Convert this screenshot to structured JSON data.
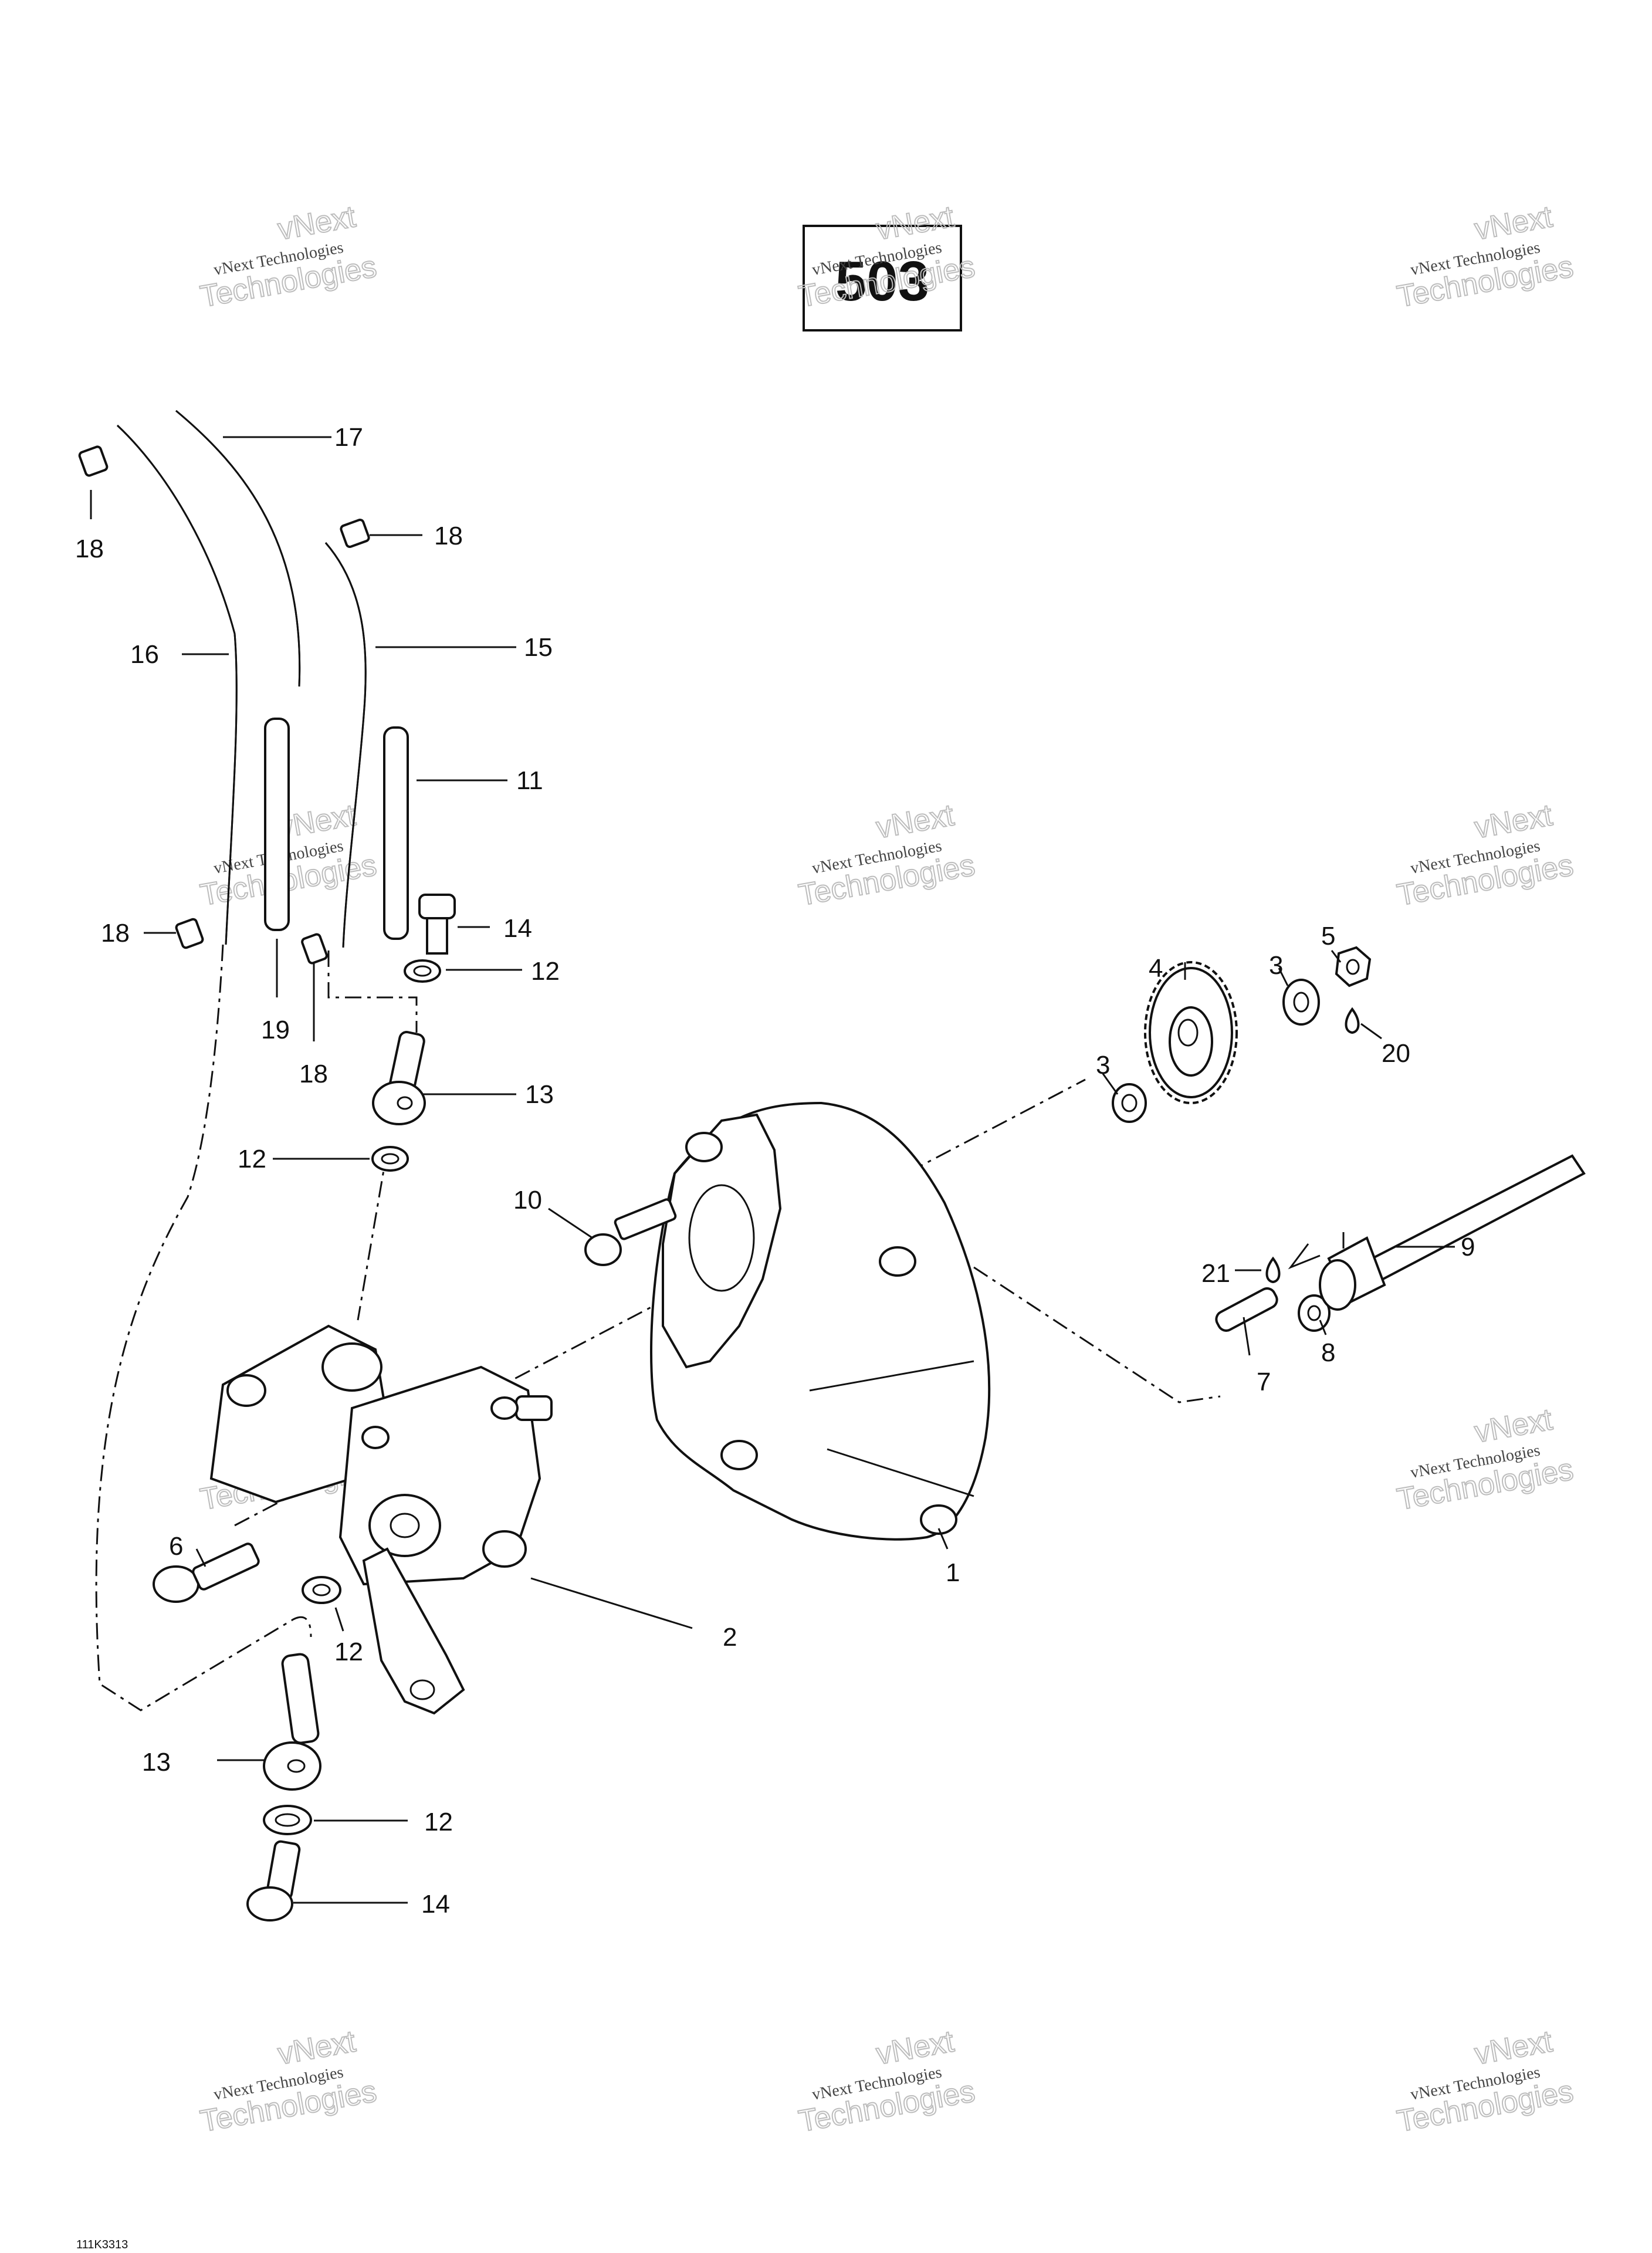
{
  "diagram_number": "503",
  "watermark": {
    "line1": "vNext",
    "line2": "vNext Technologies",
    "line3": "Technologies"
  },
  "reference_code": "111K3313",
  "callouts": {
    "c1": "1",
    "c2": "2",
    "c3a": "3",
    "c3b": "3",
    "c4": "4",
    "c5": "5",
    "c6": "6",
    "c7": "7",
    "c8": "8",
    "c9": "9",
    "c10": "10",
    "c11": "11",
    "c12a": "12",
    "c12b": "12",
    "c12c": "12",
    "c12d": "12",
    "c13a": "13",
    "c13b": "13",
    "c14a": "14",
    "c14b": "14",
    "c15": "15",
    "c16": "16",
    "c17": "17",
    "c18a": "18",
    "c18b": "18",
    "c18c": "18",
    "c18d": "18",
    "c19": "19",
    "c20": "20",
    "c21": "21"
  }
}
